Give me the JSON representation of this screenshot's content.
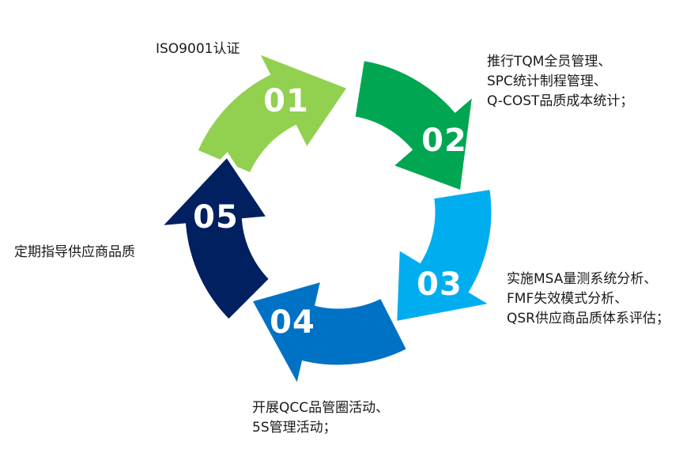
{
  "steps": [
    {
      "number": "01",
      "color": "#92d050",
      "lines": [
        "ISO9001认证"
      ]
    },
    {
      "number": "02",
      "color": "#00a651",
      "lines": [
        "推行TQM全员管理、",
        "SPC统计制程管理、",
        "Q-COST品质成本统计；"
      ]
    },
    {
      "number": "03",
      "color": "#00aeef",
      "lines": [
        "实施MSA量测系统分析、",
        "FMF失效模式分析、",
        "QSR供应商品质体系评估；"
      ]
    },
    {
      "number": "04",
      "color": "#0072c6",
      "lines": [
        "开展QCC品管圈活动、",
        "5S管理活动；"
      ]
    },
    {
      "number": "05",
      "color": "#002060",
      "lines": [
        "定期指导供应商品质"
      ]
    }
  ]
}
